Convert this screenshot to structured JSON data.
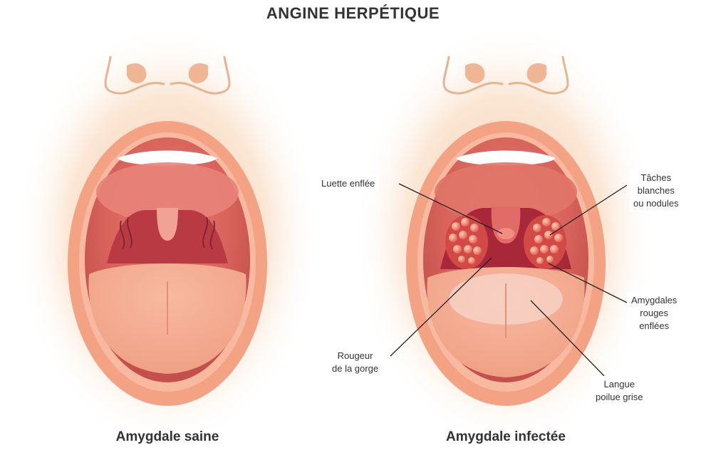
{
  "title": "ANGINE HERPÉTIQUE",
  "captions": {
    "healthy": "Amygdale saine",
    "infected": "Amygdale infectée"
  },
  "labels": {
    "uvula": [
      "Luette enflée"
    ],
    "white_spots": [
      "Tâches",
      "blanches",
      "ou nodules"
    ],
    "red_tonsils": [
      "Amygdales",
      "rouges",
      "enflées"
    ],
    "throat_redness": [
      "Rougeur",
      "de la gorge"
    ],
    "tongue": [
      "Langue",
      "poilue grise"
    ]
  },
  "colors": {
    "skin": "#f7d2b1",
    "lip": "#f3a384",
    "mouth_dark": "#c44a45",
    "throat": "#dc6a5f",
    "tongue": "#f2a58b",
    "teeth": "#ffffff",
    "spots": "#e8755f"
  }
}
